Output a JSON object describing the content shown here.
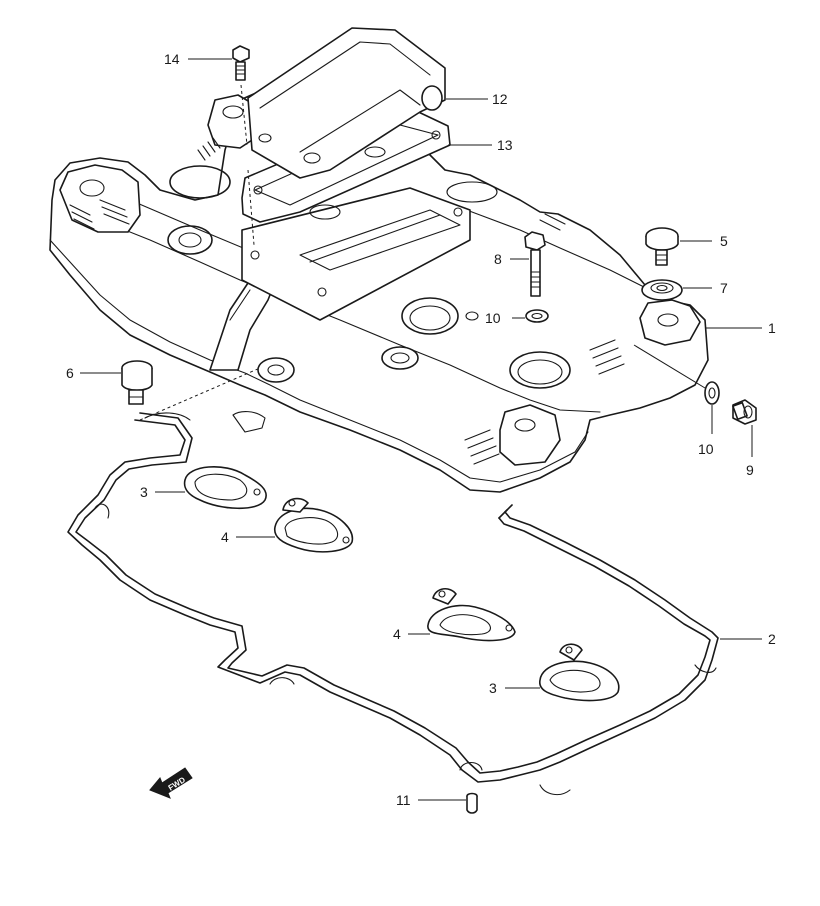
{
  "diagram": {
    "callouts": {
      "c1": "1",
      "c2": "2",
      "c3a": "3",
      "c3b": "3",
      "c4a": "4",
      "c4b": "4",
      "c5": "5",
      "c6": "6",
      "c7": "7",
      "c8": "8",
      "c9": "9",
      "c10a": "10",
      "c10b": "10",
      "c11": "11",
      "c12": "12",
      "c13": "13",
      "c14": "14"
    },
    "fwd_label": "FWD",
    "colors": {
      "line": "#1a1a1a",
      "background": "#ffffff"
    }
  }
}
